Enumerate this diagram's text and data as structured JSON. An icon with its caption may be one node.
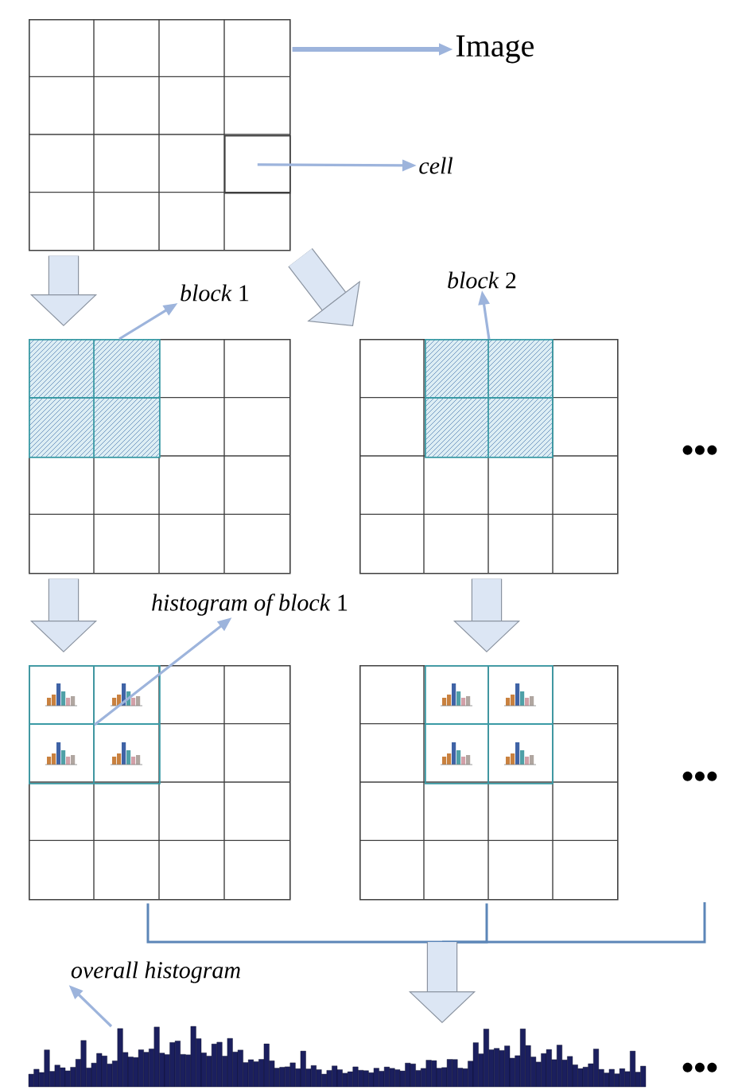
{
  "diagram": {
    "nodes": [
      {
        "text": [],
        "shape": "grid"
      },
      {
        "text": [
          "Image"
        ]
      },
      {
        "text": [],
        "shape": "box",
        "in": 0
      },
      {
        "text": [
          "cell"
        ]
      },
      {
        "text": [
          "*block* 1"
        ]
      },
      {
        "text": [
          "*block* 2"
        ]
      },
      {
        "text": [],
        "shape": "grid"
      },
      {
        "text": [],
        "shape": "box",
        "in": 6
      },
      {
        "text": [],
        "shape": "grid"
      },
      {
        "text": [],
        "shape": "box",
        "in": 8
      },
      {
        "text": [
          "*histogram of block* 1"
        ]
      },
      {
        "text": [],
        "shape": "grid"
      },
      {
        "text": [],
        "shape": "box",
        "in": 11
      },
      {
        "text": [],
        "shape": "grid"
      },
      {
        "text": [],
        "shape": "box",
        "in": 13
      },
      {
        "text": [
          "overall histogram"
        ]
      },
      {
        "text": [],
        "shape": "picture"
      }
    ],
    "edges": [
      {
        "from": 0,
        "to": 1,
        "arrow": "to"
      },
      {
        "from": 2,
        "to": 3,
        "arrow": "to"
      },
      {
        "from": 0,
        "to": 6,
        "arrow": "to",
        "style": "thick"
      },
      {
        "from": 0,
        "to": 8,
        "arrow": "to",
        "style": "thick"
      },
      {
        "from": 7,
        "to": 4,
        "arrow": "to"
      },
      {
        "from": 9,
        "to": 5,
        "arrow": "to"
      },
      {
        "from": 6,
        "to": 11,
        "arrow": "to",
        "style": "thick"
      },
      {
        "from": 8,
        "to": 13,
        "arrow": "to",
        "style": "thick"
      },
      {
        "from": 12,
        "to": 10,
        "arrow": "to"
      },
      {
        "from": 11,
        "to": 16,
        "arrow": "to"
      },
      {
        "from": 13,
        "to": 16,
        "arrow": "to"
      },
      {
        "from": null,
        "to": 16,
        "arrow": "to"
      },
      {
        "from": 16,
        "to": 15,
        "arrow": "to"
      }
    ],
    "labels": [
      "•••",
      "•••",
      "•••"
    ]
  }
}
